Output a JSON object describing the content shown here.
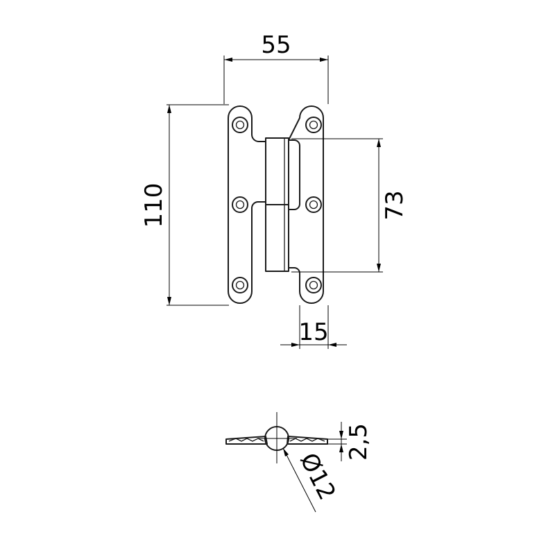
{
  "drawing": {
    "dimensions": {
      "total_width": "55",
      "total_height": "110",
      "knuckle_length": "73",
      "leaf_width": "15",
      "thickness": "2,5",
      "pin_diameter": "Ø12"
    }
  },
  "colors": {
    "line": "#1a1a1a",
    "background": "#ffffff"
  }
}
